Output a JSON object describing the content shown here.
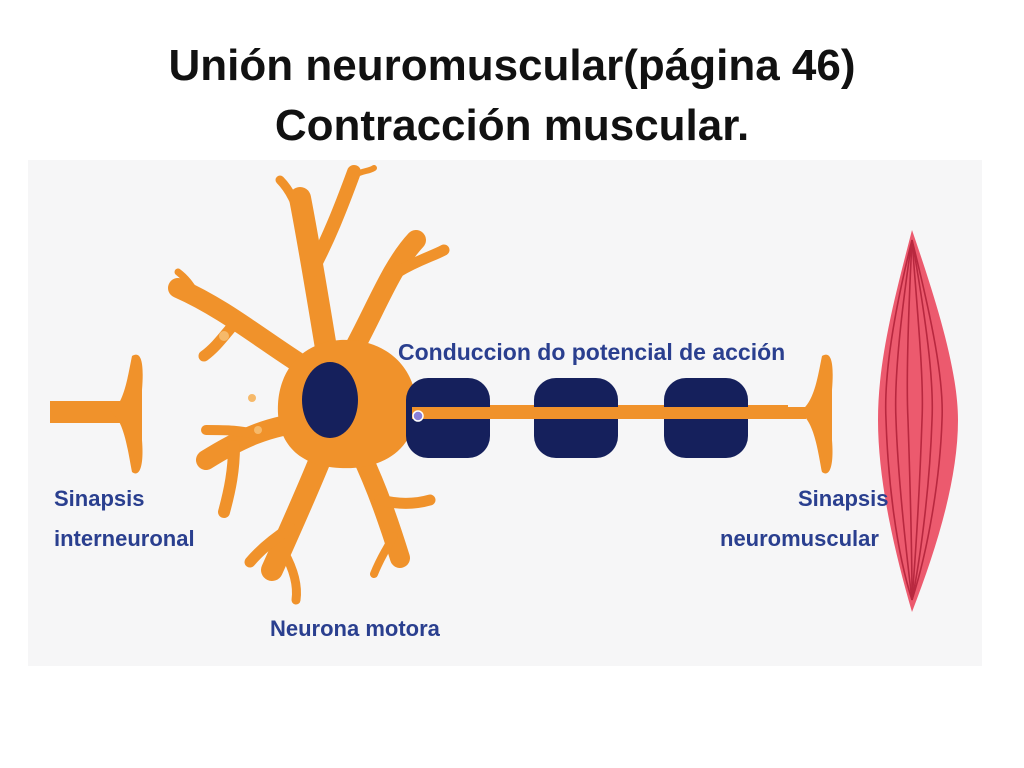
{
  "slide": {
    "title_line1": "Unión neuromuscular(página 46)",
    "title_line2": "Contracción muscular."
  },
  "diagram": {
    "labels": {
      "conduction": "Conduccion do potencial de acción",
      "synapse_inter_line1": "Sinapsis",
      "synapse_inter_line2": "interneuronal",
      "synapse_neuro_line1": "Sinapsis",
      "synapse_neuro_line2": "neuromuscular",
      "motor_neuron": "Neurona motora"
    },
    "colors": {
      "neuron": "#f0922b",
      "myelin": "#15205c",
      "label_text": "#2a3f8f",
      "muscle": "#ec5a6e",
      "muscle_stripe": "#b8283f",
      "background": "#f6f6f7"
    }
  }
}
